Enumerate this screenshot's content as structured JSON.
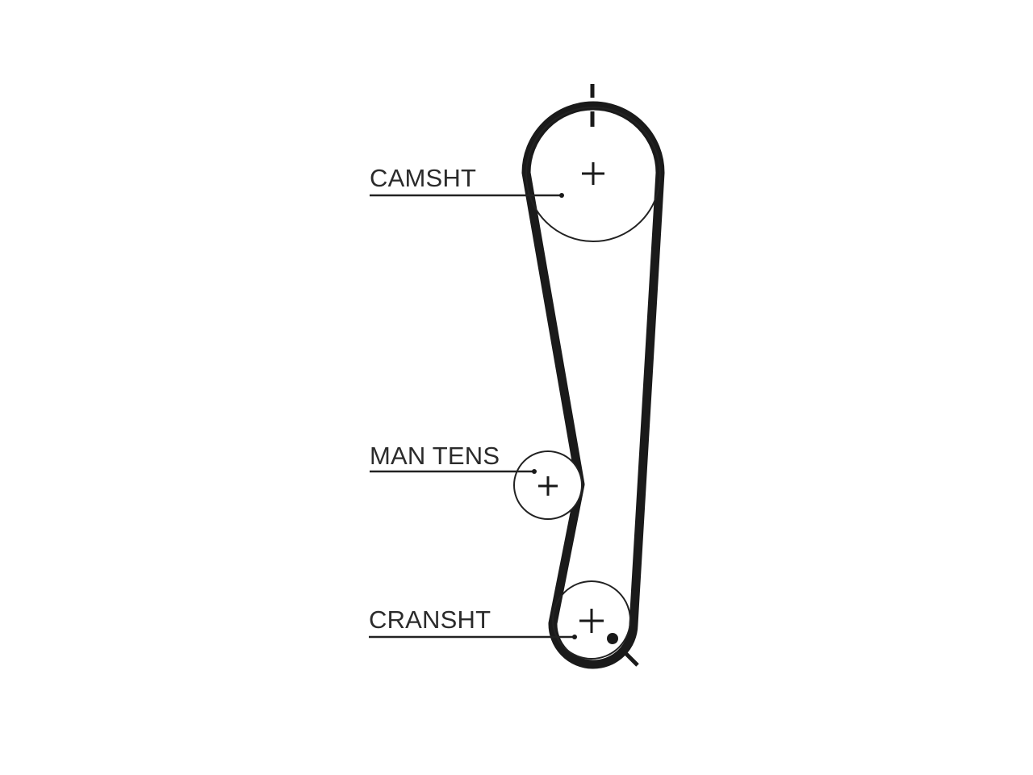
{
  "diagram": {
    "type": "timing-belt-routing",
    "colors": {
      "belt": "#1a1a1a",
      "outline": "#222222",
      "text": "#2b2b2b",
      "background": "#ffffff"
    },
    "labels": {
      "camshaft": "CAMSHT",
      "tensioner": "MAN TENS",
      "crankshaft": "CRANSHT"
    },
    "icons": [
      "center-cross-icon",
      "timing-mark-icon",
      "timing-dot-icon"
    ]
  }
}
